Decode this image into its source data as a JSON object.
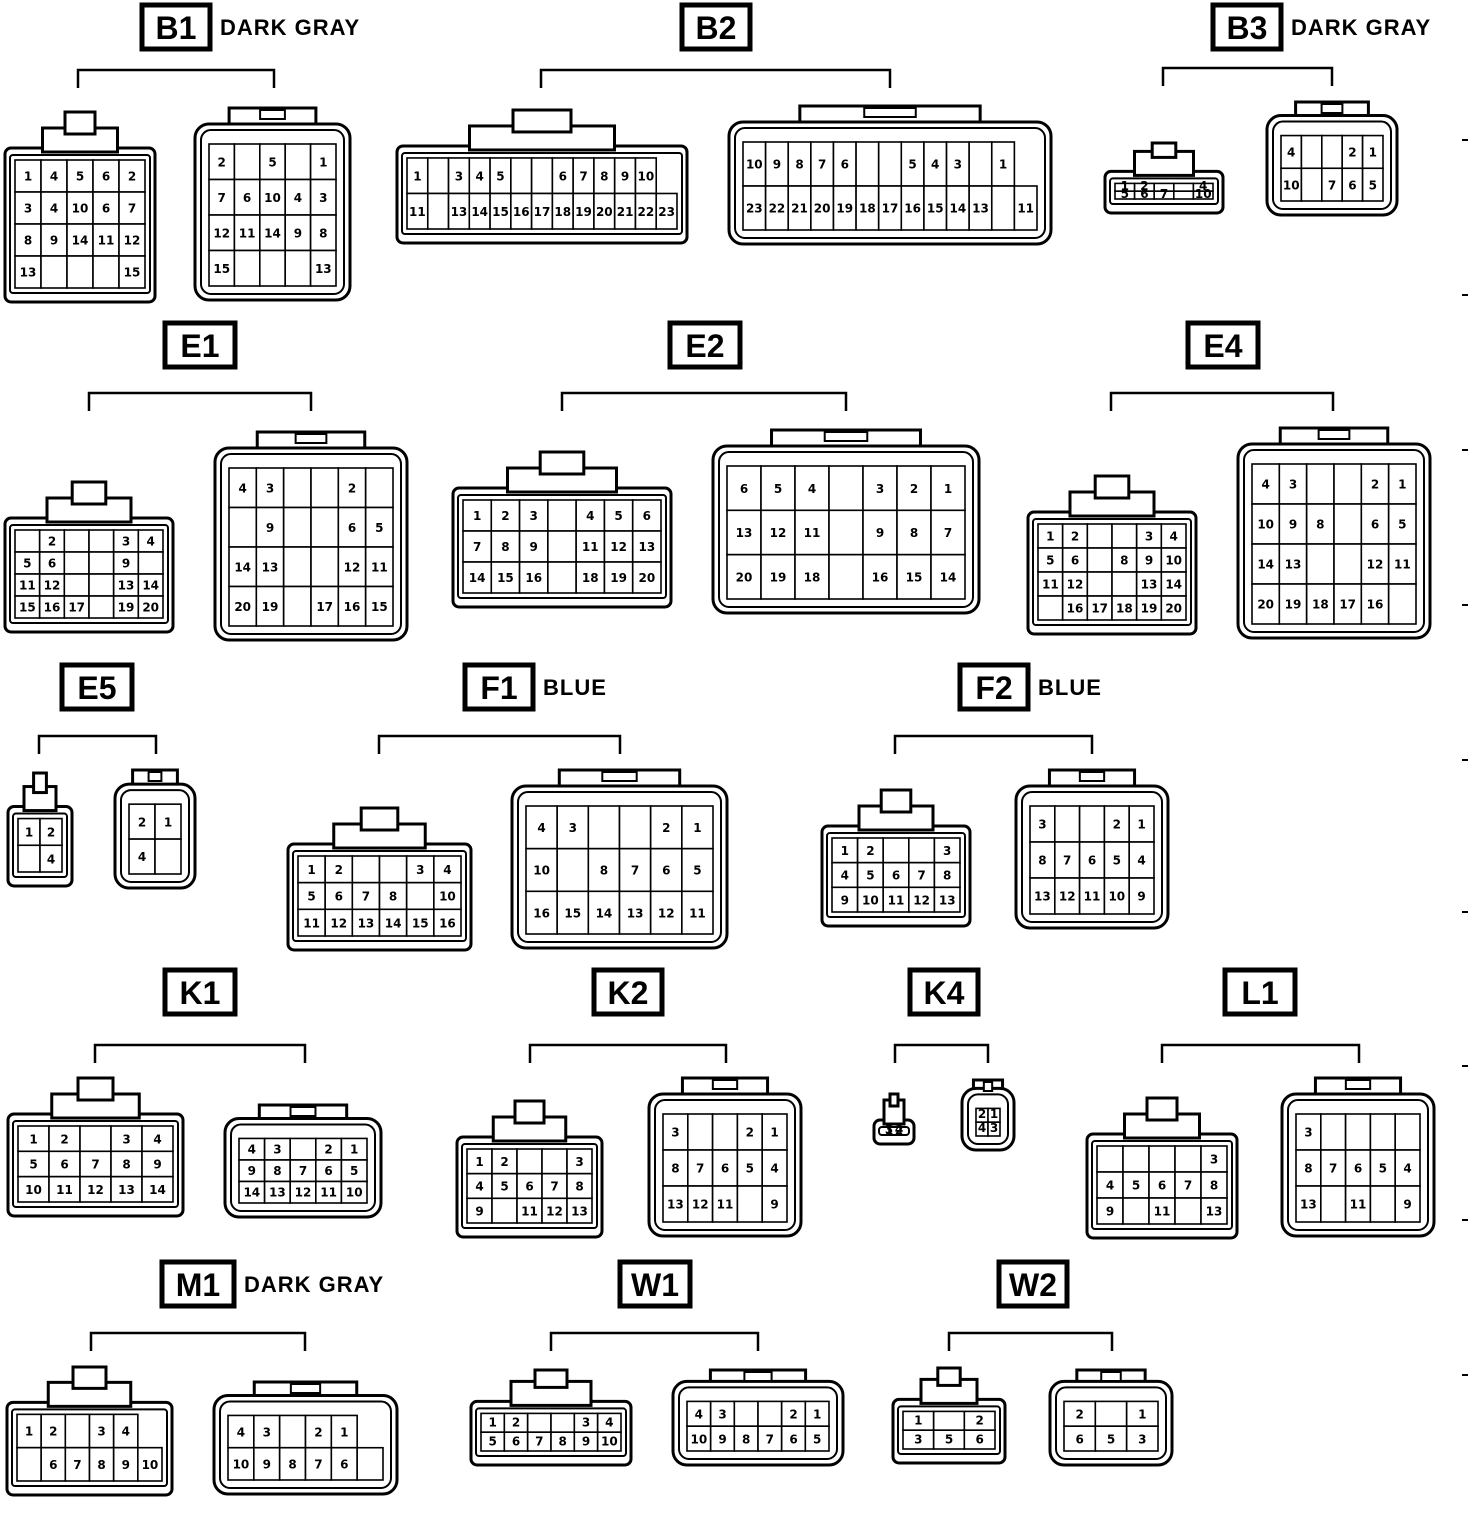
{
  "connectors": [
    {
      "id": "B1",
      "color": "DARK GRAY",
      "a": {
        "rows": [
          [
            "1",
            "4",
            "5",
            "6",
            "2"
          ],
          [
            "3",
            "4",
            "10",
            "6",
            "7"
          ],
          [
            "8",
            "9",
            "14",
            "11",
            "12"
          ],
          [
            "13",
            "",
            "",
            "",
            "15"
          ]
        ],
        "ts": 0
      },
      "b": {
        "rows": [
          [
            "2",
            "",
            "5",
            "",
            "1"
          ],
          [
            "7",
            "6",
            "10",
            "4",
            "3"
          ],
          [
            "12",
            "11",
            "14",
            "9",
            "8"
          ],
          [
            "15",
            "",
            "",
            "",
            "13"
          ]
        ],
        "ts": 1
      }
    },
    {
      "id": "B2",
      "color": "",
      "a": {
        "rows": [
          [
            "1",
            "",
            "3",
            "4",
            "5",
            "",
            "",
            "6",
            "7",
            "8",
            "9",
            "10"
          ],
          [
            "11",
            "",
            "13",
            "14",
            "15",
            "16",
            "17",
            "18",
            "19",
            "20",
            "21",
            "22",
            "23"
          ]
        ],
        "ts": 0
      },
      "b": {
        "rows": [
          [
            "10",
            "9",
            "8",
            "7",
            "6",
            "",
            "",
            "5",
            "4",
            "3",
            "",
            "1"
          ],
          [
            "23",
            "22",
            "21",
            "20",
            "19",
            "18",
            "17",
            "16",
            "15",
            "14",
            "13",
            "",
            "11"
          ]
        ],
        "ts": 1
      }
    },
    {
      "id": "B3",
      "color": "DARK GRAY",
      "a": {
        "rows": [
          [
            "1",
            "2",
            "",
            "",
            "4"
          ],
          [
            "5",
            "6",
            "7",
            "",
            "10"
          ]
        ],
        "ts": 0
      },
      "b": {
        "rows": [
          [
            "4",
            "",
            "",
            "2",
            "1"
          ],
          [
            "10",
            "",
            "7",
            "6",
            "5"
          ]
        ],
        "ts": 1
      }
    },
    {
      "id": "E1",
      "color": "",
      "a": {
        "rows": [
          [
            "",
            "2",
            "",
            "",
            "3",
            "4"
          ],
          [
            "5",
            "6",
            "",
            "",
            "9",
            ""
          ],
          [
            "11",
            "12",
            "",
            "",
            "13",
            "14"
          ],
          [
            "15",
            "16",
            "17",
            "",
            "19",
            "20"
          ]
        ],
        "ts": 0
      },
      "b": {
        "rows": [
          [
            "4",
            "3",
            "",
            "",
            "2",
            ""
          ],
          [
            "",
            "9",
            "",
            "",
            "6",
            "5"
          ],
          [
            "14",
            "13",
            "",
            "",
            "12",
            "11"
          ],
          [
            "20",
            "19",
            "",
            "17",
            "16",
            "15"
          ]
        ],
        "ts": 1
      }
    },
    {
      "id": "E2",
      "color": "",
      "a": {
        "rows": [
          [
            "1",
            "2",
            "3",
            "",
            "4",
            "5",
            "6"
          ],
          [
            "7",
            "8",
            "9",
            "",
            "11",
            "12",
            "13"
          ],
          [
            "14",
            "15",
            "16",
            "",
            "18",
            "19",
            "20"
          ]
        ],
        "ts": 0
      },
      "b": {
        "rows": [
          [
            "6",
            "5",
            "4",
            "",
            "3",
            "2",
            "1"
          ],
          [
            "13",
            "12",
            "11",
            "",
            "9",
            "8",
            "7"
          ],
          [
            "20",
            "19",
            "18",
            "",
            "16",
            "15",
            "14"
          ]
        ],
        "ts": 1
      }
    },
    {
      "id": "E4",
      "color": "",
      "a": {
        "rows": [
          [
            "1",
            "2",
            "",
            "",
            "3",
            "4"
          ],
          [
            "5",
            "6",
            "",
            "8",
            "9",
            "10"
          ],
          [
            "11",
            "12",
            "",
            "",
            "13",
            "14"
          ],
          [
            "",
            "16",
            "17",
            "18",
            "19",
            "20"
          ]
        ],
        "ts": 0
      },
      "b": {
        "rows": [
          [
            "4",
            "3",
            "",
            "",
            "2",
            "1"
          ],
          [
            "10",
            "9",
            "8",
            "",
            "6",
            "5"
          ],
          [
            "14",
            "13",
            "",
            "",
            "12",
            "11"
          ],
          [
            "20",
            "19",
            "18",
            "17",
            "16",
            ""
          ]
        ],
        "ts": 1
      }
    },
    {
      "id": "E5",
      "color": "",
      "a": {
        "rows": [
          [
            "1",
            "2"
          ],
          [
            "",
            "4"
          ]
        ],
        "ts": 0
      },
      "b": {
        "rows": [
          [
            "2",
            "1"
          ],
          [
            "4",
            ""
          ]
        ],
        "ts": 1
      }
    },
    {
      "id": "F1",
      "color": "BLUE",
      "a": {
        "rows": [
          [
            "1",
            "2",
            "",
            "",
            "3",
            "4"
          ],
          [
            "5",
            "6",
            "7",
            "8",
            "",
            "10"
          ],
          [
            "11",
            "12",
            "13",
            "14",
            "15",
            "16"
          ]
        ],
        "ts": 0
      },
      "b": {
        "rows": [
          [
            "4",
            "3",
            "",
            "",
            "2",
            "1"
          ],
          [
            "10",
            "",
            "8",
            "7",
            "6",
            "5"
          ],
          [
            "16",
            "15",
            "14",
            "13",
            "12",
            "11"
          ]
        ],
        "ts": 1
      }
    },
    {
      "id": "F2",
      "color": "BLUE",
      "a": {
        "rows": [
          [
            "1",
            "2",
            "",
            "",
            "3"
          ],
          [
            "4",
            "5",
            "6",
            "7",
            "8"
          ],
          [
            "9",
            "10",
            "11",
            "12",
            "13"
          ]
        ],
        "ts": 0
      },
      "b": {
        "rows": [
          [
            "3",
            "",
            "",
            "2",
            "1"
          ],
          [
            "8",
            "7",
            "6",
            "5",
            "4"
          ],
          [
            "13",
            "12",
            "11",
            "10",
            "9"
          ]
        ],
        "ts": 1
      }
    },
    {
      "id": "K1",
      "color": "",
      "a": {
        "rows": [
          [
            "1",
            "2",
            "",
            "3",
            "4"
          ],
          [
            "5",
            "6",
            "7",
            "8",
            "9"
          ],
          [
            "10",
            "11",
            "12",
            "13",
            "14"
          ]
        ],
        "ts": 0
      },
      "b": {
        "rows": [
          [
            "4",
            "3",
            "",
            "2",
            "1"
          ],
          [
            "9",
            "8",
            "7",
            "6",
            "5"
          ],
          [
            "14",
            "13",
            "12",
            "11",
            "10"
          ]
        ],
        "ts": 1
      }
    },
    {
      "id": "K2",
      "color": "",
      "a": {
        "rows": [
          [
            "1",
            "2",
            "",
            "",
            "3"
          ],
          [
            "4",
            "5",
            "6",
            "7",
            "8"
          ],
          [
            "9",
            "",
            "11",
            "12",
            "13"
          ]
        ],
        "ts": 0
      },
      "b": {
        "rows": [
          [
            "3",
            "",
            "",
            "2",
            "1"
          ],
          [
            "8",
            "7",
            "6",
            "5",
            "4"
          ],
          [
            "13",
            "12",
            "11",
            "",
            "9"
          ]
        ],
        "ts": 1
      }
    },
    {
      "id": "K4",
      "color": "",
      "a": {
        "rows": [
          [
            "1",
            "2"
          ],
          [
            "3",
            "4"
          ]
        ],
        "ts": 0
      },
      "b": {
        "rows": [
          [
            "2",
            "1"
          ],
          [
            "4",
            "3"
          ]
        ],
        "ts": 1
      }
    },
    {
      "id": "L1",
      "color": "",
      "a": {
        "rows": [
          [
            "",
            "",
            "",
            "",
            "3"
          ],
          [
            "4",
            "5",
            "6",
            "7",
            "8"
          ],
          [
            "9",
            "",
            "11",
            "",
            "13"
          ]
        ],
        "ts": 0
      },
      "b": {
        "rows": [
          [
            "3",
            "",
            "",
            "",
            ""
          ],
          [
            "8",
            "7",
            "6",
            "5",
            "4"
          ],
          [
            "13",
            "",
            "11",
            "",
            "9"
          ]
        ],
        "ts": 1
      }
    },
    {
      "id": "M1",
      "color": "DARK GRAY",
      "a": {
        "rows": [
          [
            "1",
            "2",
            "",
            "3",
            "4"
          ],
          [
            "",
            "6",
            "7",
            "8",
            "9",
            "10"
          ]
        ],
        "ts": 0
      },
      "b": {
        "rows": [
          [
            "4",
            "3",
            "",
            "2",
            "1"
          ],
          [
            "10",
            "9",
            "8",
            "7",
            "6",
            ""
          ]
        ],
        "ts": 1
      }
    },
    {
      "id": "W1",
      "color": "",
      "a": {
        "rows": [
          [
            "1",
            "2",
            "",
            "",
            "3",
            "4"
          ],
          [
            "5",
            "6",
            "7",
            "8",
            "9",
            "10"
          ]
        ],
        "ts": 0
      },
      "b": {
        "rows": [
          [
            "4",
            "3",
            "",
            "",
            "2",
            "1"
          ],
          [
            "10",
            "9",
            "8",
            "7",
            "6",
            "5"
          ]
        ],
        "ts": 1
      }
    },
    {
      "id": "W2",
      "color": "",
      "a": {
        "rows": [
          [
            "1",
            "",
            "2"
          ],
          [
            "3",
            "5",
            "6"
          ]
        ],
        "ts": 0
      },
      "b": {
        "rows": [
          [
            "2",
            "",
            "1"
          ],
          [
            "6",
            "5",
            "3"
          ]
        ],
        "ts": 1
      }
    }
  ]
}
